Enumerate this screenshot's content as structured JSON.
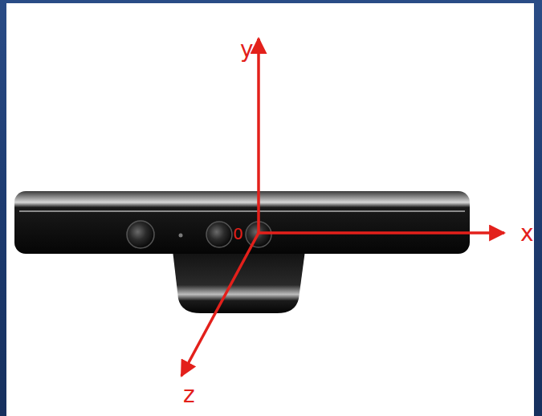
{
  "diagram": {
    "labels": [
      "y",
      "x",
      "z",
      "0"
    ]
  }
}
